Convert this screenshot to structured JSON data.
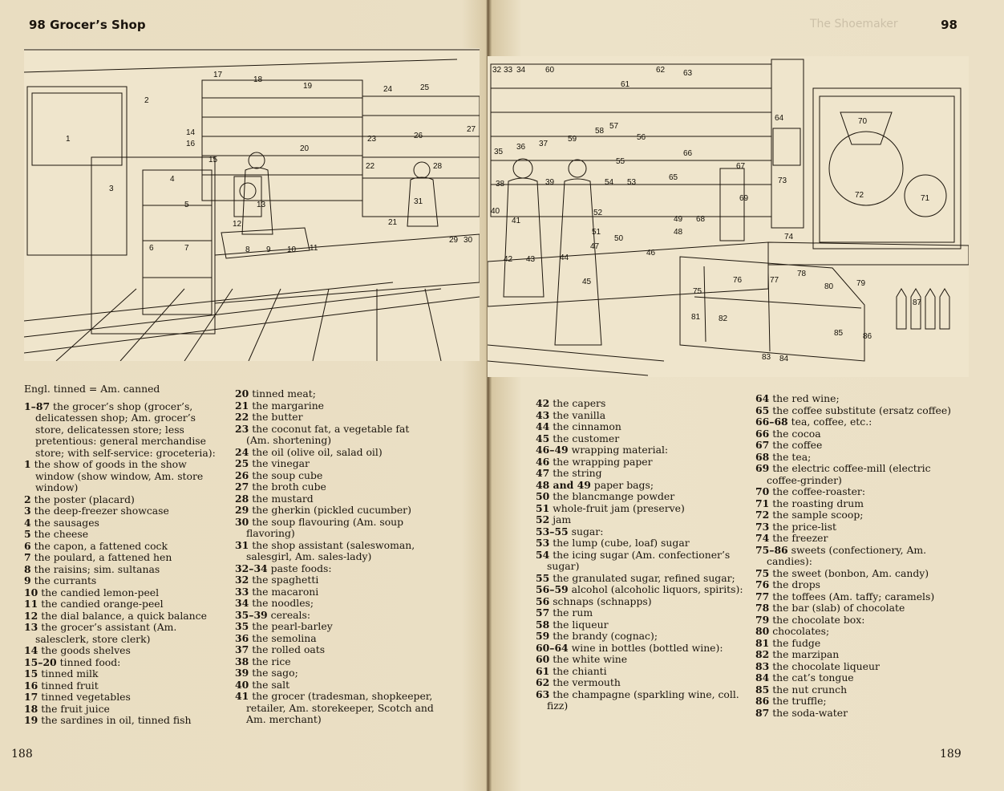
{
  "left_page": {
    "header": "98 Grocer’s Shop",
    "page_number": "188",
    "illustration_labels": [
      "1",
      "2",
      "3",
      "4",
      "5",
      "6",
      "7",
      "8",
      "9",
      "10",
      "11",
      "12",
      "13",
      "14",
      "15",
      "16",
      "17",
      "18",
      "19",
      "20",
      "21",
      "22",
      "23",
      "24",
      "25",
      "26",
      "27",
      "28",
      "29",
      "30",
      "31"
    ],
    "intro": "Engl. tinned = Am. canned",
    "column_a": [
      {
        "num": "1–87",
        "text": "the grocer’s shop (grocer’s, delicatessen shop; Am. grocer’s store, delicatessen store; less pretentious: general merchandise store; with self-service: groceteria):"
      },
      {
        "num": "1",
        "text": "the show of goods in the show window (show window, Am. store window)"
      },
      {
        "num": "2",
        "text": "the poster (placard)"
      },
      {
        "num": "3",
        "text": "the deep-freezer showcase"
      },
      {
        "num": "4",
        "text": "the sausages"
      },
      {
        "num": "5",
        "text": "the cheese"
      },
      {
        "num": "6",
        "text": "the capon, a fattened cock"
      },
      {
        "num": "7",
        "text": "the poulard, a fattened hen"
      },
      {
        "num": "8",
        "text": "the raisins; sim. sultanas"
      },
      {
        "num": "9",
        "text": "the currants"
      },
      {
        "num": "10",
        "text": "the candied lemon-peel"
      },
      {
        "num": "11",
        "text": "the candied orange-peel"
      },
      {
        "num": "12",
        "text": "the dial balance, a quick balance"
      },
      {
        "num": "13",
        "text": "the grocer’s assistant (Am. salesclerk, store clerk)"
      },
      {
        "num": "14",
        "text": "the goods shelves"
      },
      {
        "num": "15–20",
        "text": "tinned food:"
      },
      {
        "num": "15",
        "text": "tinned milk"
      },
      {
        "num": "16",
        "text": "tinned fruit"
      },
      {
        "num": "17",
        "text": "tinned vegetables"
      },
      {
        "num": "18",
        "text": "the fruit juice"
      },
      {
        "num": "19",
        "text": "the sardines in oil, tinned fish"
      }
    ],
    "column_b": [
      {
        "num": "20",
        "text": "tinned meat;"
      },
      {
        "num": "21",
        "text": "the margarine"
      },
      {
        "num": "22",
        "text": "the butter"
      },
      {
        "num": "23",
        "text": "the coconut fat, a vegetable fat (Am. shortening)"
      },
      {
        "num": "24",
        "text": "the oil (olive oil, salad oil)"
      },
      {
        "num": "25",
        "text": "the vinegar"
      },
      {
        "num": "26",
        "text": "the soup cube"
      },
      {
        "num": "27",
        "text": "the broth cube"
      },
      {
        "num": "28",
        "text": "the mustard"
      },
      {
        "num": "29",
        "text": "the gherkin (pickled cucumber)"
      },
      {
        "num": "30",
        "text": "the soup flavouring (Am. soup flavoring)"
      },
      {
        "num": "31",
        "text": "the shop assistant (saleswoman, salesgirl, Am. sales-lady)"
      },
      {
        "num": "32–34",
        "text": "paste foods:"
      },
      {
        "num": "32",
        "text": "the spaghetti"
      },
      {
        "num": "33",
        "text": "the macaroni"
      },
      {
        "num": "34",
        "text": "the noodles;"
      },
      {
        "num": "35–39",
        "text": "cereals:"
      },
      {
        "num": "35",
        "text": "the pearl-barley"
      },
      {
        "num": "36",
        "text": "the semolina"
      },
      {
        "num": "37",
        "text": "the rolled oats"
      },
      {
        "num": "38",
        "text": "the rice"
      },
      {
        "num": "39",
        "text": "the sago;"
      },
      {
        "num": "40",
        "text": "the salt"
      },
      {
        "num": "41",
        "text": "the grocer (tradesman, shopkeeper, retailer, Am. storekeeper, Scotch and Am. merchant)"
      }
    ]
  },
  "right_page": {
    "header": "98",
    "ghost_title": "The Shoemaker",
    "page_number": "189",
    "illustration_labels": [
      "32",
      "33",
      "34",
      "35",
      "36",
      "37",
      "38",
      "39",
      "40",
      "41",
      "42",
      "43",
      "44",
      "45",
      "46",
      "47",
      "48",
      "49",
      "50",
      "51",
      "52",
      "53",
      "54",
      "55",
      "56",
      "57",
      "58",
      "59",
      "60",
      "61",
      "62",
      "63",
      "64",
      "65",
      "66",
      "67",
      "68",
      "69",
      "70",
      "71",
      "72",
      "73",
      "74",
      "75",
      "76",
      "77",
      "78",
      "79",
      "80",
      "81",
      "82",
      "83",
      "84",
      "85",
      "86",
      "87"
    ],
    "column_c": [
      {
        "num": "42",
        "text": "the capers"
      },
      {
        "num": "43",
        "text": "the vanilla"
      },
      {
        "num": "44",
        "text": "the cinnamon"
      },
      {
        "num": "45",
        "text": "the customer"
      },
      {
        "num": "46–49",
        "text": "wrapping material:"
      },
      {
        "num": "46",
        "text": "the wrapping paper"
      },
      {
        "num": "47",
        "text": "the string"
      },
      {
        "num": "48 and 49",
        "text": "paper bags;"
      },
      {
        "num": "50",
        "text": "the blancmange powder"
      },
      {
        "num": "51",
        "text": "whole-fruit jam (preserve)"
      },
      {
        "num": "52",
        "text": "jam"
      },
      {
        "num": "53–55",
        "text": "sugar:"
      },
      {
        "num": "53",
        "text": "the lump (cube, loaf) sugar"
      },
      {
        "num": "54",
        "text": "the icing sugar (Am. confectioner’s sugar)"
      },
      {
        "num": "55",
        "text": "the granulated sugar, refined sugar;"
      },
      {
        "num": "56–59",
        "text": "alcohol (alcoholic liquors, spirits):"
      },
      {
        "num": "56",
        "text": "schnaps (schnapps)"
      },
      {
        "num": "57",
        "text": "the rum"
      },
      {
        "num": "58",
        "text": "the liqueur"
      },
      {
        "num": "59",
        "text": "the brandy (cognac);"
      },
      {
        "num": "60–64",
        "text": "wine in bottles (bottled wine):"
      },
      {
        "num": "60",
        "text": "the white wine"
      },
      {
        "num": "61",
        "text": "the chianti"
      },
      {
        "num": "62",
        "text": "the vermouth"
      },
      {
        "num": "63",
        "text": "the champagne (sparkling wine, coll. fizz)"
      }
    ],
    "column_d": [
      {
        "num": "64",
        "text": "the red wine;"
      },
      {
        "num": "65",
        "text": "the coffee substitute (ersatz coffee)"
      },
      {
        "num": "66–68",
        "text": "tea, coffee, etc.:"
      },
      {
        "num": "66",
        "text": "the cocoa"
      },
      {
        "num": "67",
        "text": "the coffee"
      },
      {
        "num": "68",
        "text": "the tea;"
      },
      {
        "num": "69",
        "text": "the electric coffee-mill (electric coffee-grinder)"
      },
      {
        "num": "70",
        "text": "the coffee-roaster:"
      },
      {
        "num": "71",
        "text": "the roasting drum"
      },
      {
        "num": "72",
        "text": "the sample scoop;"
      },
      {
        "num": "73",
        "text": "the price-list"
      },
      {
        "num": "74",
        "text": "the freezer"
      },
      {
        "num": "75–86",
        "text": "sweets (confectionery, Am. candies):"
      },
      {
        "num": "75",
        "text": "the sweet (bonbon, Am. candy)"
      },
      {
        "num": "76",
        "text": "the drops"
      },
      {
        "num": "77",
        "text": "the toffees (Am. taffy; caramels)"
      },
      {
        "num": "78",
        "text": "the bar (slab) of chocolate"
      },
      {
        "num": "79",
        "text": "the chocolate box:"
      },
      {
        "num": "80",
        "text": "chocolates;"
      },
      {
        "num": "81",
        "text": "the fudge"
      },
      {
        "num": "82",
        "text": "the marzipan"
      },
      {
        "num": "83",
        "text": "the chocolate liqueur"
      },
      {
        "num": "84",
        "text": "the cat’s tongue"
      },
      {
        "num": "85",
        "text": "the nut crunch"
      },
      {
        "num": "86",
        "text": "the truffle;"
      },
      {
        "num": "87",
        "text": "the soda-water"
      }
    ]
  }
}
